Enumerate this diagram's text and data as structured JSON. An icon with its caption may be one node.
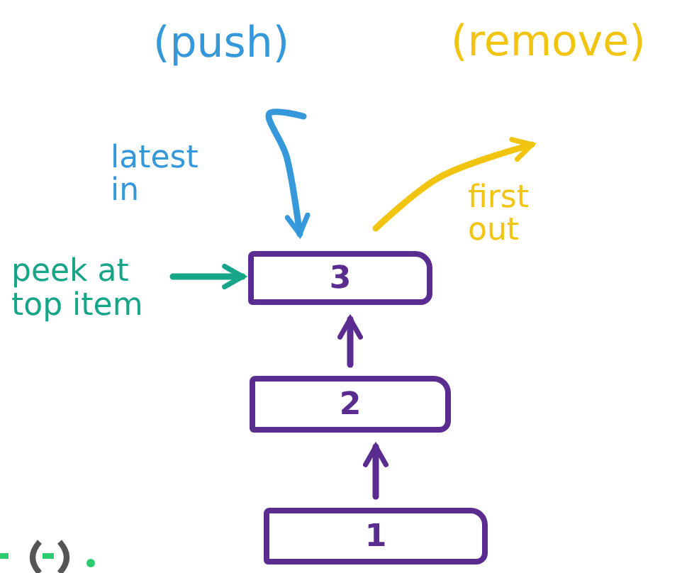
{
  "diagram": {
    "nodes": [
      {
        "text": [
          "3"
        ]
      },
      {
        "text": [
          "2"
        ]
      },
      {
        "text": [
          "1"
        ]
      },
      {
        "text": [
          "(push)"
        ]
      },
      {
        "text": [
          "peek at top item"
        ]
      }
    ],
    "edges": [
      {
        "from": 2,
        "to": 1,
        "arrow": "to"
      },
      {
        "from": 1,
        "to": 0,
        "arrow": "to"
      },
      {
        "from": 3,
        "to": 0,
        "arrow": "to",
        "color": "#3498db"
      },
      {
        "from": 4,
        "to": 0,
        "arrow": "to",
        "color": "#17a589"
      },
      {
        "from": 0,
        "to": null,
        "arrow": "to",
        "color": "#f1c40f"
      }
    ],
    "labels": [
      "latest in",
      "(remove)",
      "first out"
    ]
  }
}
